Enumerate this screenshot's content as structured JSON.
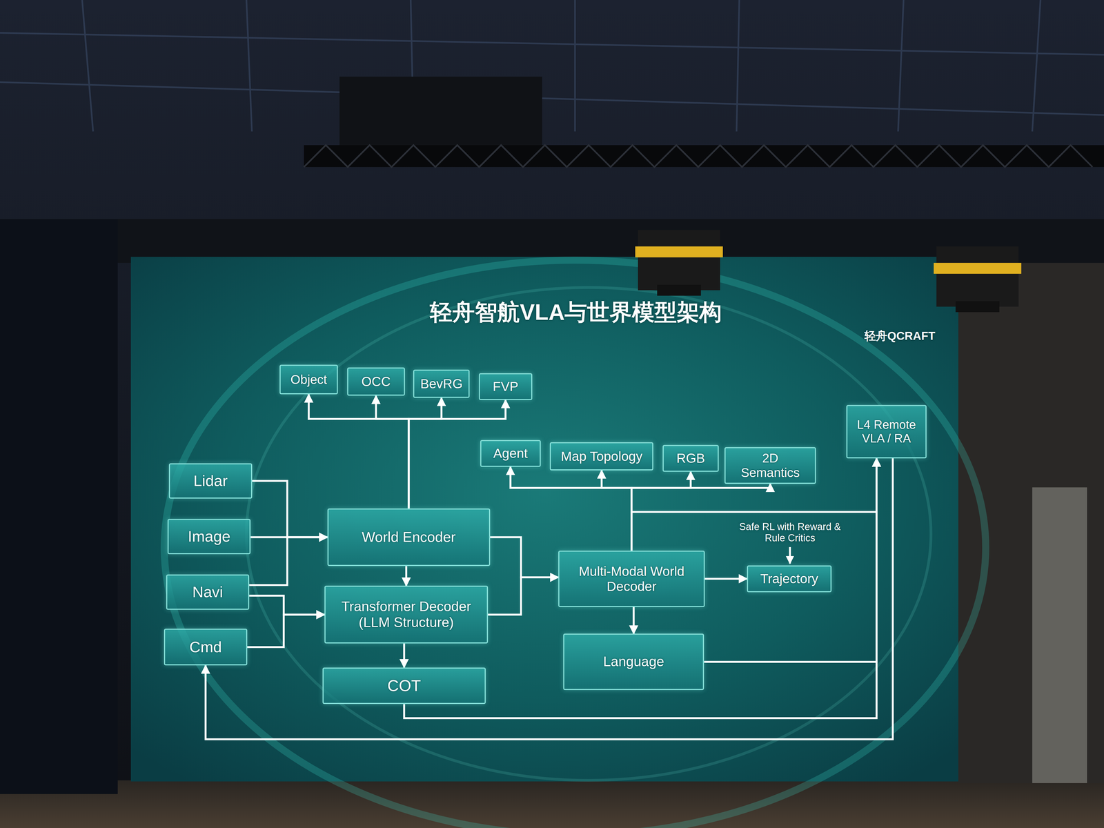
{
  "diagram": {
    "title": "轻舟智航VLA与世界模型架构",
    "nodes": [
      {
        "text": [
          "Object"
        ]
      },
      {
        "text": [
          "OCC"
        ]
      },
      {
        "text": [
          "BevRG"
        ]
      },
      {
        "text": [
          "FVP"
        ]
      },
      {
        "text": [
          "Agent"
        ]
      },
      {
        "text": [
          "Map Topology"
        ]
      },
      {
        "text": [
          "RGB"
        ]
      },
      {
        "text": [
          "2D Semantics"
        ]
      },
      {
        "text": [
          "L4 Remote VLA / RA"
        ]
      },
      {
        "text": [
          "Lidar"
        ]
      },
      {
        "text": [
          "Image"
        ]
      },
      {
        "text": [
          "Navi"
        ]
      },
      {
        "text": [
          "Cmd"
        ]
      },
      {
        "text": [
          "World Encoder"
        ]
      },
      {
        "text": [
          "Transformer Decoder (LLM Structure)"
        ]
      },
      {
        "text": [
          "Multi-Modal World Decoder"
        ]
      },
      {
        "text": [
          "Trajectory"
        ]
      },
      {
        "text": [
          "Language"
        ]
      },
      {
        "text": [
          "COT"
        ]
      }
    ],
    "edges": [
      {
        "from": 9,
        "to": 13,
        "arrow": "to"
      },
      {
        "from": 10,
        "to": 13,
        "arrow": "to"
      },
      {
        "from": 11,
        "to": 13,
        "arrow": "to"
      },
      {
        "from": 11,
        "to": 14,
        "arrow": "to"
      },
      {
        "from": 12,
        "to": 14,
        "arrow": "to"
      },
      {
        "from": 13,
        "to": 14,
        "arrow": "to"
      },
      {
        "from": 14,
        "to": 18,
        "arrow": "to"
      },
      {
        "from": 13,
        "to": 0,
        "arrow": "to"
      },
      {
        "from": 13,
        "to": 1,
        "arrow": "to"
      },
      {
        "from": 13,
        "to": 2,
        "arrow": "to"
      },
      {
        "from": 13,
        "to": 3,
        "arrow": "to"
      },
      {
        "from": 13,
        "to": 15,
        "arrow": "to"
      },
      {
        "from": 14,
        "to": 15,
        "arrow": "to"
      },
      {
        "from": 15,
        "to": 4,
        "arrow": "to"
      },
      {
        "from": 15,
        "to": 5,
        "arrow": "to"
      },
      {
        "from": 15,
        "to": 6,
        "arrow": "to"
      },
      {
        "from": 15,
        "to": 7,
        "arrow": "to"
      },
      {
        "from": 15,
        "to": 16,
        "arrow": "to"
      },
      {
        "from": 15,
        "to": 17,
        "arrow": "to"
      },
      {
        "from": 15,
        "to": 8,
        "arrow": "to"
      },
      {
        "from": 17,
        "to": 8,
        "arrow": "to"
      },
      {
        "from": 18,
        "to": 8,
        "arrow": "to"
      },
      {
        "from": 8,
        "to": 12,
        "arrow": "to"
      }
    ],
    "labels": [
      "Safe RL with Reward & Rule Critics",
      "轻舟QCRAFT"
    ]
  }
}
